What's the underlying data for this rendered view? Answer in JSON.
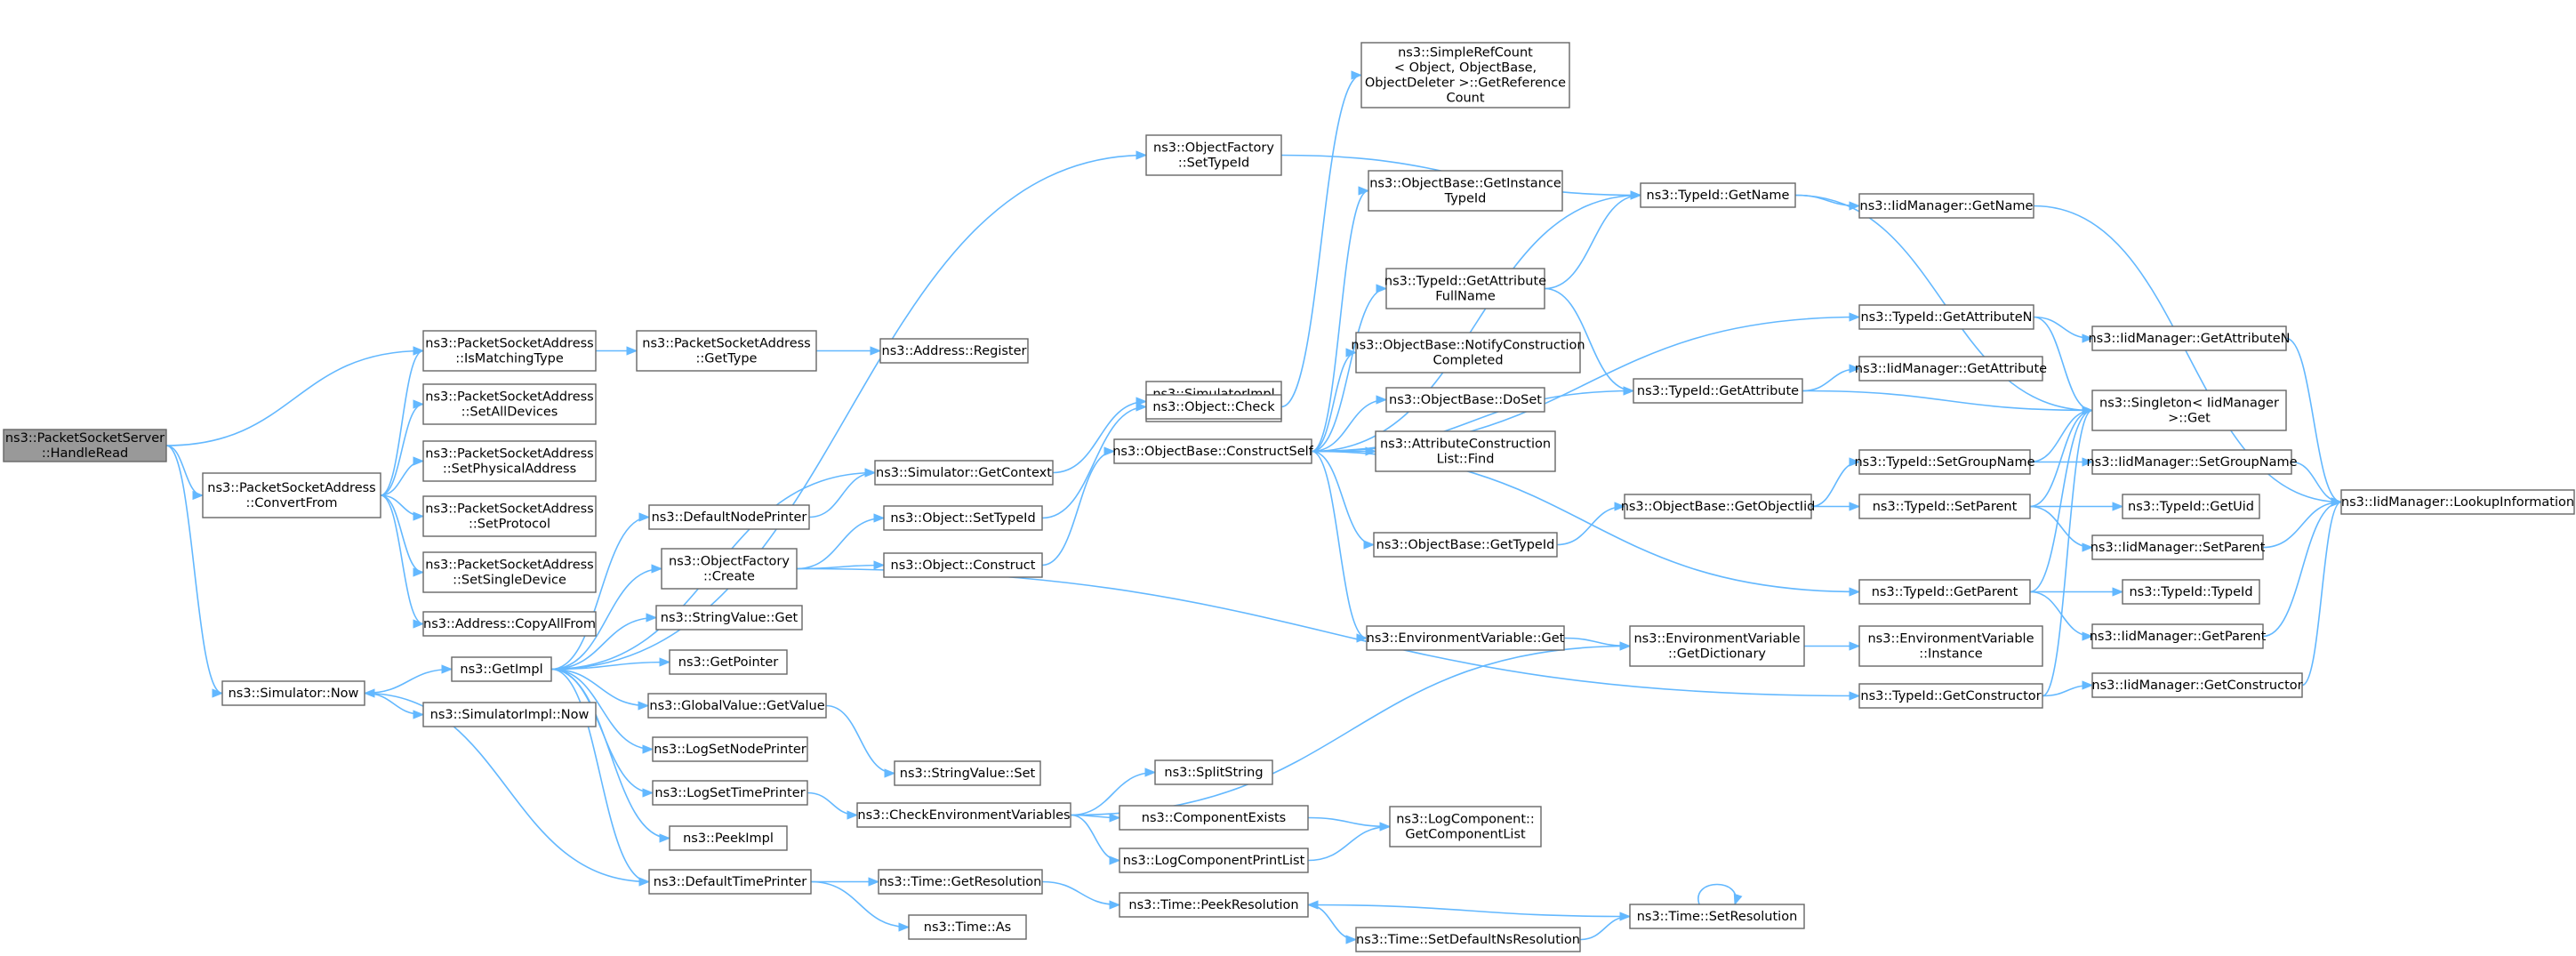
{
  "graph": {
    "edge_color": "#63b8ff",
    "root_color": "#999999",
    "nodes": [
      {
        "id": "root",
        "lines": [
          "ns3::PacketSocketServer",
          "::HandleRead"
        ],
        "root": true
      },
      {
        "id": "psa_convert",
        "lines": [
          "ns3::PacketSocketAddress",
          "::ConvertFrom"
        ]
      },
      {
        "id": "sim_now",
        "lines": [
          "ns3::Simulator::Now"
        ]
      },
      {
        "id": "psa_ismatch",
        "lines": [
          "ns3::PacketSocketAddress",
          "::IsMatchingType"
        ]
      },
      {
        "id": "psa_setall",
        "lines": [
          "ns3::PacketSocketAddress",
          "::SetAllDevices"
        ]
      },
      {
        "id": "psa_setphys",
        "lines": [
          "ns3::PacketSocketAddress",
          "::SetPhysicalAddress"
        ]
      },
      {
        "id": "psa_setproto",
        "lines": [
          "ns3::PacketSocketAddress",
          "::SetProtocol"
        ]
      },
      {
        "id": "psa_setsingle",
        "lines": [
          "ns3::PacketSocketAddress",
          "::SetSingleDevice"
        ]
      },
      {
        "id": "addr_copyall",
        "lines": [
          "ns3::Address::CopyAllFrom"
        ]
      },
      {
        "id": "getimpl",
        "lines": [
          "ns3::GetImpl"
        ]
      },
      {
        "id": "simimpl_now",
        "lines": [
          "ns3::SimulatorImpl::Now"
        ]
      },
      {
        "id": "psa_gettype",
        "lines": [
          "ns3::PacketSocketAddress",
          "::GetType"
        ]
      },
      {
        "id": "addr_register",
        "lines": [
          "ns3::Address::Register"
        ]
      },
      {
        "id": "defnodeprinter",
        "lines": [
          "ns3::DefaultNodePrinter"
        ]
      },
      {
        "id": "objfact_create",
        "lines": [
          "ns3::ObjectFactory",
          "::Create"
        ]
      },
      {
        "id": "strval_get",
        "lines": [
          "ns3::StringValue::Get"
        ]
      },
      {
        "id": "getpointer",
        "lines": [
          "ns3::GetPointer"
        ]
      },
      {
        "id": "globval_getvalue",
        "lines": [
          "ns3::GlobalValue::GetValue"
        ]
      },
      {
        "id": "logsetnodeprinter",
        "lines": [
          "ns3::LogSetNodePrinter"
        ]
      },
      {
        "id": "logsettimeprinter",
        "lines": [
          "ns3::LogSetTimePrinter"
        ]
      },
      {
        "id": "peekimpl",
        "lines": [
          "ns3::PeekImpl"
        ]
      },
      {
        "id": "deftimeprinter",
        "lines": [
          "ns3::DefaultTimePrinter"
        ]
      },
      {
        "id": "sim_getcontext",
        "lines": [
          "ns3::Simulator::GetContext"
        ]
      },
      {
        "id": "obj_settypeid",
        "lines": [
          "ns3::Object::SetTypeId"
        ]
      },
      {
        "id": "obj_construct",
        "lines": [
          "ns3::Object::Construct"
        ]
      },
      {
        "id": "strval_set",
        "lines": [
          "ns3::StringValue::Set"
        ]
      },
      {
        "id": "checkenv",
        "lines": [
          "ns3::CheckEnvironmentVariables"
        ]
      },
      {
        "id": "time_getres",
        "lines": [
          "ns3::Time::GetResolution"
        ]
      },
      {
        "id": "time_as",
        "lines": [
          "ns3::Time::As"
        ]
      },
      {
        "id": "objfact_settypeid",
        "lines": [
          "ns3::ObjectFactory",
          "::SetTypeId"
        ]
      },
      {
        "id": "simimpl_getcontext",
        "lines": [
          "ns3::SimulatorImpl",
          "::GetContext"
        ]
      },
      {
        "id": "obj_check",
        "lines": [
          "ns3::Object::Check"
        ]
      },
      {
        "id": "objbase_constructself",
        "lines": [
          "ns3::ObjectBase::ConstructSelf"
        ]
      },
      {
        "id": "splitstring",
        "lines": [
          "ns3::SplitString"
        ]
      },
      {
        "id": "compexists",
        "lines": [
          "ns3::ComponentExists"
        ]
      },
      {
        "id": "logcompprintlist",
        "lines": [
          "ns3::LogComponentPrintList"
        ]
      },
      {
        "id": "time_peekres",
        "lines": [
          "ns3::Time::PeekResolution"
        ]
      },
      {
        "id": "time_setdefaultns",
        "lines": [
          "ns3::Time::SetDefaultNsResolution"
        ]
      },
      {
        "id": "simplerefcount",
        "lines": [
          "ns3::SimpleRefCount",
          "< Object, ObjectBase,",
          "ObjectDeleter >::GetReference",
          "Count"
        ]
      },
      {
        "id": "objbase_getinstance",
        "lines": [
          "ns3::ObjectBase::GetInstance",
          "TypeId"
        ]
      },
      {
        "id": "typeid_getattrfull",
        "lines": [
          "ns3::TypeId::GetAttribute",
          "FullName"
        ]
      },
      {
        "id": "objbase_notify",
        "lines": [
          "ns3::ObjectBase::NotifyConstruction",
          "Completed"
        ]
      },
      {
        "id": "objbase_doset",
        "lines": [
          "ns3::ObjectBase::DoSet"
        ]
      },
      {
        "id": "attrconst_find",
        "lines": [
          "ns3::AttributeConstruction",
          "List::Find"
        ]
      },
      {
        "id": "objbase_gettypeid",
        "lines": [
          "ns3::ObjectBase::GetTypeId"
        ]
      },
      {
        "id": "envvar_get",
        "lines": [
          "ns3::EnvironmentVariable::Get"
        ]
      },
      {
        "id": "logcomp_getlist",
        "lines": [
          "ns3::LogComponent::",
          "GetComponentList"
        ]
      },
      {
        "id": "typeid_getname",
        "lines": [
          "ns3::TypeId::GetName"
        ]
      },
      {
        "id": "typeid_getattr",
        "lines": [
          "ns3::TypeId::GetAttribute"
        ]
      },
      {
        "id": "objbase_getobjectiid",
        "lines": [
          "ns3::ObjectBase::GetObjectIid"
        ]
      },
      {
        "id": "envvar_getdict",
        "lines": [
          "ns3::EnvironmentVariable",
          "::GetDictionary"
        ]
      },
      {
        "id": "time_setres",
        "lines": [
          "ns3::Time::SetResolution"
        ]
      },
      {
        "id": "iidm_getname",
        "lines": [
          "ns3::IidManager::GetName"
        ]
      },
      {
        "id": "typeid_getattrn",
        "lines": [
          "ns3::TypeId::GetAttributeN"
        ]
      },
      {
        "id": "iidm_getattr",
        "lines": [
          "ns3::IidManager::GetAttribute"
        ]
      },
      {
        "id": "typeid_setgroupname",
        "lines": [
          "ns3::TypeId::SetGroupName"
        ]
      },
      {
        "id": "typeid_setparent",
        "lines": [
          "ns3::TypeId::SetParent"
        ]
      },
      {
        "id": "typeid_getparent",
        "lines": [
          "ns3::TypeId::GetParent"
        ]
      },
      {
        "id": "envvar_instance",
        "lines": [
          "ns3::EnvironmentVariable",
          "::Instance"
        ]
      },
      {
        "id": "typeid_getconstructor",
        "lines": [
          "ns3::TypeId::GetConstructor"
        ]
      },
      {
        "id": "iidm_getattrn",
        "lines": [
          "ns3::IidManager::GetAttributeN"
        ]
      },
      {
        "id": "singleton_get",
        "lines": [
          "ns3::Singleton< IidManager",
          ">::Get"
        ]
      },
      {
        "id": "iidm_setgroupname",
        "lines": [
          "ns3::IidManager::SetGroupName"
        ]
      },
      {
        "id": "typeid_getuid",
        "lines": [
          "ns3::TypeId::GetUid"
        ]
      },
      {
        "id": "iidm_setparent",
        "lines": [
          "ns3::IidManager::SetParent"
        ]
      },
      {
        "id": "typeid_typeid",
        "lines": [
          "ns3::TypeId::TypeId"
        ]
      },
      {
        "id": "iidm_getparent",
        "lines": [
          "ns3::IidManager::GetParent"
        ]
      },
      {
        "id": "iidm_getconstructor",
        "lines": [
          "ns3::IidManager::GetConstructor"
        ]
      },
      {
        "id": "iidm_lookup",
        "lines": [
          "ns3::IidManager::LookupInformation"
        ]
      }
    ],
    "edges": [
      [
        "root",
        "psa_ismatch"
      ],
      [
        "root",
        "psa_convert"
      ],
      [
        "root",
        "sim_now"
      ],
      [
        "psa_convert",
        "psa_ismatch"
      ],
      [
        "psa_convert",
        "psa_setall"
      ],
      [
        "psa_convert",
        "psa_setphys"
      ],
      [
        "psa_convert",
        "psa_setproto"
      ],
      [
        "psa_convert",
        "psa_setsingle"
      ],
      [
        "psa_convert",
        "addr_copyall"
      ],
      [
        "psa_ismatch",
        "psa_gettype"
      ],
      [
        "psa_gettype",
        "addr_register"
      ],
      [
        "sim_now",
        "getimpl"
      ],
      [
        "sim_now",
        "simimpl_now"
      ],
      [
        "getimpl",
        "defnodeprinter"
      ],
      [
        "getimpl",
        "objfact_create"
      ],
      [
        "getimpl",
        "strval_get"
      ],
      [
        "getimpl",
        "getpointer"
      ],
      [
        "getimpl",
        "globval_getvalue"
      ],
      [
        "getimpl",
        "logsetnodeprinter"
      ],
      [
        "getimpl",
        "logsettimeprinter"
      ],
      [
        "getimpl",
        "peekimpl"
      ],
      [
        "getimpl",
        "deftimeprinter"
      ],
      [
        "getimpl",
        "sim_getcontext"
      ],
      [
        "getimpl",
        "objfact_settypeid"
      ],
      [
        "defnodeprinter",
        "sim_getcontext"
      ],
      [
        "objfact_create",
        "obj_settypeid"
      ],
      [
        "objfact_create",
        "obj_construct"
      ],
      [
        "objfact_create",
        "typeid_getconstructor"
      ],
      [
        "globval_getvalue",
        "strval_set"
      ],
      [
        "logsettimeprinter",
        "checkenv"
      ],
      [
        "deftimeprinter",
        "time_getres"
      ],
      [
        "deftimeprinter",
        "time_as"
      ],
      [
        "deftimeprinter",
        "sim_now"
      ],
      [
        "sim_getcontext",
        "simimpl_getcontext"
      ],
      [
        "obj_settypeid",
        "obj_check"
      ],
      [
        "obj_construct",
        "objbase_constructself"
      ],
      [
        "checkenv",
        "splitstring"
      ],
      [
        "checkenv",
        "compexists"
      ],
      [
        "checkenv",
        "logcompprintlist"
      ],
      [
        "checkenv",
        "envvar_getdict"
      ],
      [
        "compexists",
        "logcomp_getlist"
      ],
      [
        "logcompprintlist",
        "logcomp_getlist"
      ],
      [
        "time_getres",
        "time_peekres"
      ],
      [
        "time_peekres",
        "time_setdefaultns"
      ],
      [
        "time_setdefaultns",
        "time_setres"
      ],
      [
        "time_setres",
        "time_peekres"
      ],
      [
        "time_setres",
        "time_setres"
      ],
      [
        "objfact_settypeid",
        "typeid_getname"
      ],
      [
        "obj_check",
        "simplerefcount"
      ],
      [
        "objbase_constructself",
        "objbase_getinstance"
      ],
      [
        "objbase_constructself",
        "typeid_getattrfull"
      ],
      [
        "objbase_constructself",
        "objbase_notify"
      ],
      [
        "objbase_constructself",
        "objbase_doset"
      ],
      [
        "objbase_constructself",
        "attrconst_find"
      ],
      [
        "objbase_constructself",
        "objbase_gettypeid"
      ],
      [
        "objbase_constructself",
        "envvar_get"
      ],
      [
        "objbase_constructself",
        "typeid_getname"
      ],
      [
        "objbase_constructself",
        "typeid_getattr"
      ],
      [
        "objbase_constructself",
        "typeid_getattrn"
      ],
      [
        "objbase_constructself",
        "typeid_getparent"
      ],
      [
        "typeid_getattrfull",
        "typeid_getname"
      ],
      [
        "typeid_getattrfull",
        "typeid_getattr"
      ],
      [
        "objbase_gettypeid",
        "objbase_getobjectiid"
      ],
      [
        "envvar_get",
        "envvar_getdict"
      ],
      [
        "envvar_getdict",
        "envvar_instance"
      ],
      [
        "typeid_getname",
        "iidm_getname"
      ],
      [
        "typeid_getname",
        "singleton_get"
      ],
      [
        "typeid_getattr",
        "iidm_getattr"
      ],
      [
        "typeid_getattr",
        "singleton_get"
      ],
      [
        "typeid_getattrn",
        "iidm_getattrn"
      ],
      [
        "typeid_getattrn",
        "singleton_get"
      ],
      [
        "objbase_getobjectiid",
        "typeid_setgroupname"
      ],
      [
        "objbase_getobjectiid",
        "typeid_setparent"
      ],
      [
        "typeid_setgroupname",
        "iidm_setgroupname"
      ],
      [
        "typeid_setgroupname",
        "singleton_get"
      ],
      [
        "typeid_setparent",
        "typeid_getuid"
      ],
      [
        "typeid_setparent",
        "iidm_setparent"
      ],
      [
        "typeid_setparent",
        "singleton_get"
      ],
      [
        "typeid_getparent",
        "typeid_typeid"
      ],
      [
        "typeid_getparent",
        "iidm_getparent"
      ],
      [
        "typeid_getparent",
        "singleton_get"
      ],
      [
        "typeid_getconstructor",
        "iidm_getconstructor"
      ],
      [
        "typeid_getconstructor",
        "singleton_get"
      ],
      [
        "iidm_getname",
        "iidm_lookup"
      ],
      [
        "iidm_getattrn",
        "iidm_lookup"
      ],
      [
        "iidm_setgroupname",
        "iidm_lookup"
      ],
      [
        "iidm_setparent",
        "iidm_lookup"
      ],
      [
        "iidm_getparent",
        "iidm_lookup"
      ],
      [
        "iidm_getconstructor",
        "iidm_lookup"
      ]
    ]
  }
}
